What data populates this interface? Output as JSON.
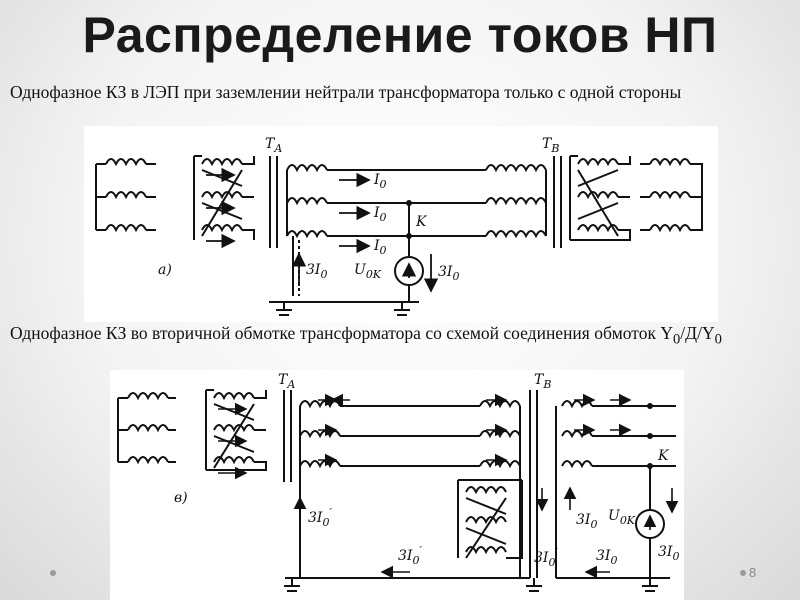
{
  "title": "Распределение токов НП",
  "caption_a": "Однофазное КЗ в ЛЭП при заземлении нейтрали трансформатора только с одной стороны",
  "caption_b": {
    "text": "Однофазное КЗ во вторичной обмотке трансформатора со схемой соединения обмоток Y",
    "sub1": "0",
    "mid": "/Д/Y",
    "sub2": "0"
  },
  "diagram_a": {
    "label_ta": "T",
    "label_ta_sub": "A",
    "label_tb": "T",
    "label_tb_sub": "B",
    "current_1": "I",
    "current_1_sub": "0",
    "current_2": "I",
    "current_2_sub": "0",
    "current_3": "I",
    "current_3_sub": "0",
    "fault_label": "K",
    "neutral_current": "3I",
    "neutral_current_sub": "0",
    "source_label": "U",
    "source_label_sub": "0K",
    "source_current": "3I",
    "source_current_sub": "0",
    "figure_label": "а)"
  },
  "diagram_b": {
    "label_ta": "T",
    "label_ta_sub": "A",
    "label_tb": "T",
    "label_tb_sub": "B",
    "fault_label": "K",
    "neutral_current_a": "3I",
    "neutral_current_a_sub": "0",
    "neutral_current_a_prime": "′",
    "ground_current_a": "3I",
    "ground_current_a_sub": "0",
    "ground_current_a_prime": "′",
    "tb_left_current": "3I",
    "tb_left_current_sub": "0",
    "tb_left_current_prime": "′",
    "tb_right_current": "3I",
    "tb_right_current_sub": "0",
    "ground_current_b": "3I",
    "ground_current_b_sub": "0",
    "source_label": "U",
    "source_label_sub": "0K",
    "source_current": "3I",
    "source_current_sub": "0",
    "figure_label": "в)"
  },
  "page_number": "8"
}
